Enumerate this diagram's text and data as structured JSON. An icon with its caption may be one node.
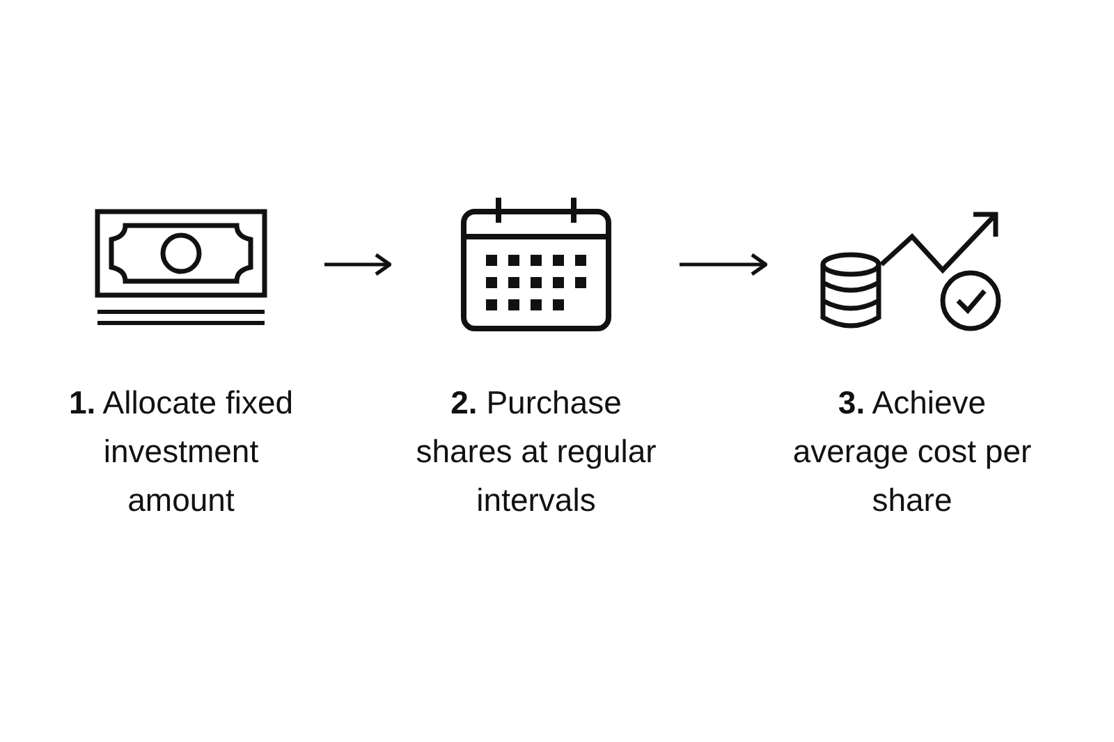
{
  "diagram": {
    "nodes": [
      {
        "text": [
          "**1.** Allocate fixed investment amount"
        ]
      },
      {
        "text": [
          "**2.** Purchase shares at regular intervals"
        ]
      },
      {
        "text": [
          "**3.** Achieve average cost per share"
        ]
      }
    ],
    "edges": [
      {
        "from": 0,
        "to": 1,
        "arrow": "to"
      },
      {
        "from": 1,
        "to": 2,
        "arrow": "to"
      }
    ]
  }
}
